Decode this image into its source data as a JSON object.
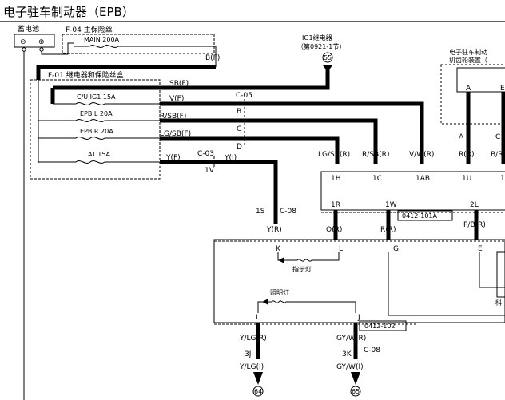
{
  "title": "电子驻车制动器（EPB）",
  "battery": {
    "label": "蓄电池",
    "neg": "⊖",
    "pos": "⊕"
  },
  "main_fuse_box": {
    "id": "F-04 主保险丝",
    "fuse": "MAIN 200A",
    "wire": "B(F)"
  },
  "relay_box": {
    "label": "F-01 继电器和保险丝盒",
    "fuses": [
      "C/U IG1 15A",
      "EPB L 20A",
      "EPB R 20A",
      "AT 15A"
    ],
    "outputs": [
      "SB(F)",
      "V(F)",
      "R/SB(F)",
      "LG/SB(F)",
      "Y(F)"
    ]
  },
  "ig1_relay": {
    "line1": "IG1继电器",
    "line2": "（第0921-1节）",
    "ref": "55"
  },
  "actuator": {
    "line1": "电子驻车制动",
    "line2": "机齿轮装置（"
  },
  "connectors": {
    "c05": "C-05",
    "c05_b": "B",
    "c05_c": "C",
    "c05_d": "D",
    "c03": "C-03",
    "c03_1v": "1V",
    "wire_y_i": "Y(I)",
    "c08_top": "C-08",
    "c08_1s": "1S",
    "c08_bottom": "C-08"
  },
  "module_top": {
    "pins": [
      "1H",
      "1C",
      "1AB",
      "1U",
      "1"
    ],
    "wires": [
      "LG/SB(R)",
      "R/SB(R)",
      "V/W(R)",
      "R(R)",
      "B/R"
    ],
    "lower_pins": [
      "1R",
      "1W",
      "2L"
    ],
    "ref": "0412-101A",
    "lower_wires": [
      "O(R)",
      "R(R)",
      "P/B(R)"
    ]
  },
  "actuator_pins": [
    "A",
    "E",
    "A",
    "C"
  ],
  "ecu": {
    "wire_yr": "Y(R)",
    "pins": [
      "K",
      "L",
      "G",
      "E"
    ],
    "indicator": "指示灯",
    "illumination": "照明灯",
    "bottom_pins": [
      "I",
      "J"
    ],
    "ref": "0412-102",
    "bottom_wires": [
      "Y/LG(R)",
      "GY/W(R)"
    ],
    "c08_pins": [
      "3J",
      "3K"
    ],
    "final_wires": [
      "Y/LG(I)",
      "GY/W(I)"
    ],
    "refs": [
      "64",
      "65"
    ],
    "cut_text": "科"
  }
}
